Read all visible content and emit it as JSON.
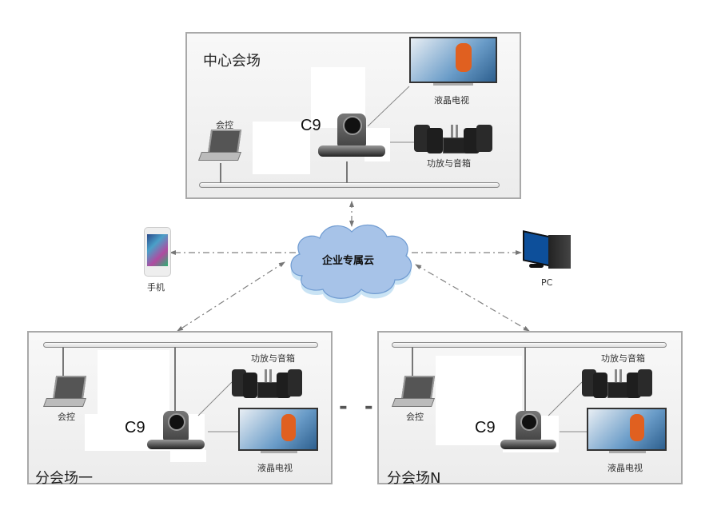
{
  "diagram": {
    "cloud": {
      "label": "企业专属云"
    },
    "endpoints": {
      "phone": {
        "label": "手机",
        "icon": "smartphone-icon"
      },
      "pc": {
        "label": "PC",
        "icon": "desktop-pc-icon"
      }
    },
    "ellipsis": "- -",
    "sites": [
      {
        "title": "中心会场",
        "camera_label": "C9",
        "laptop_label": "会控",
        "tv_label": "液晶电视",
        "speakers_label": "功放与音箱"
      },
      {
        "title": "分会场一",
        "camera_label": "C9",
        "laptop_label": "会控",
        "tv_label": "液晶电视",
        "speakers_label": "功放与音箱"
      },
      {
        "title": "分会场N",
        "camera_label": "C9",
        "laptop_label": "会控",
        "tv_label": "液晶电视",
        "speakers_label": "功放与音箱"
      }
    ],
    "colors": {
      "cloud_fill": "#a7c3e8",
      "cloud_shadow": "#c9e3f4",
      "cloud_stroke": "#6f9bd1",
      "connector": "#777777",
      "pc_screen": "#0d4f9a"
    }
  }
}
